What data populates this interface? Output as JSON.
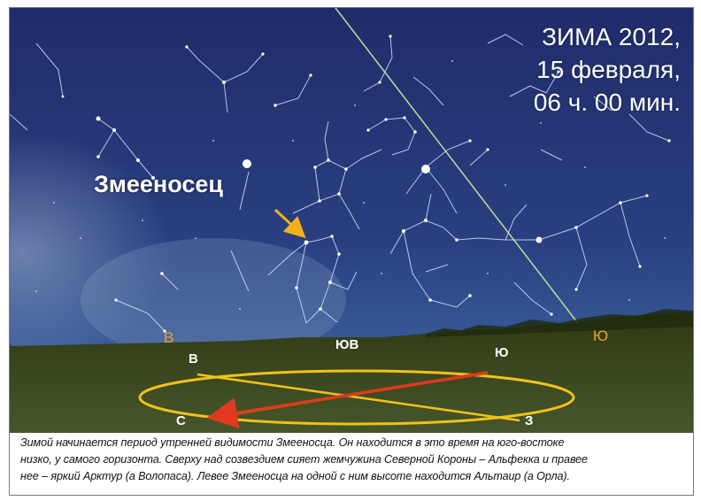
{
  "title": {
    "line1": "ЗИМА 2012,",
    "line2": "15 февраля,",
    "line3": "06 ч. 00 мин."
  },
  "constellation_label": "Змееносец",
  "horizon_labels": {
    "east_orange": "В",
    "south_orange": "Ю",
    "southeast": "ЮВ"
  },
  "compass": {
    "east": "В",
    "south": "Ю",
    "north": "С",
    "west": "З"
  },
  "caption": {
    "line1": "Зимой начинается период утренней видимости Змееносца. Он находится в это время на юго-востоке",
    "line2": "низко, у самого горизонта. Сверху над созвездием сияет жемчужина Северной Короны – Альфекка и правее",
    "line3": "нее – яркий Арктур (а Волопаса). Левее Змееносца на одной с ним высоте находится Альтаир (а Орла)."
  },
  "colors": {
    "sky_top": "#1f2f6e",
    "sky_bottom": "#3a5b9a",
    "ground": "#3c4a1e",
    "ellipse": "#f2c21a",
    "arrow": "#e0391f",
    "label_orange": "#f0a025",
    "ecliptic": "#b9d49a"
  }
}
